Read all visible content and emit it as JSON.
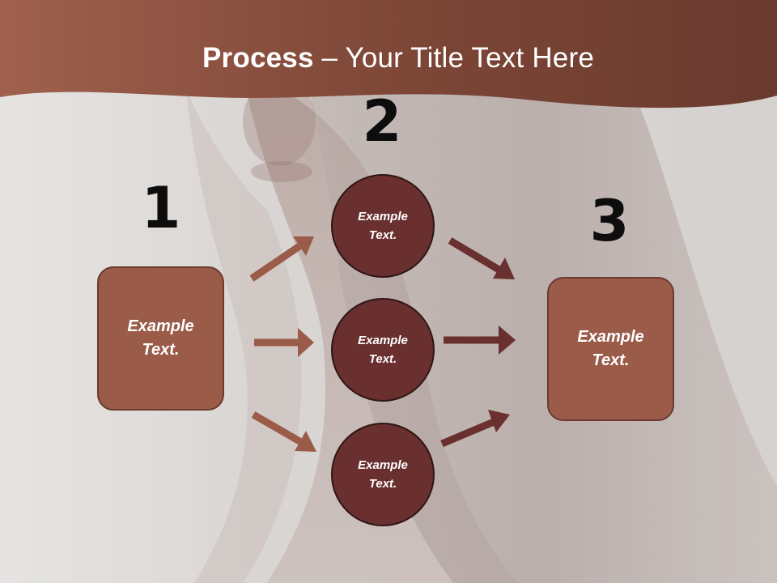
{
  "slide": {
    "title_bold": "Process",
    "title_rest": " – Your Title Text Here",
    "numbers": [
      "1",
      "2",
      "3"
    ],
    "box_left": {
      "line1": "Example",
      "line2": "Text."
    },
    "box_right": {
      "line1": "Example",
      "line2": "Text."
    },
    "circles": [
      {
        "line1": "Example",
        "line2": "Text."
      },
      {
        "line1": "Example",
        "line2": "Text."
      },
      {
        "line1": "Example",
        "line2": "Text."
      }
    ]
  },
  "colors": {
    "header": "#8a4f3f",
    "box_fill": "#9b5b49",
    "circle_fill": "#6a2f2f",
    "arrow_light": "#9b5b49",
    "arrow_dark": "#6a2f2f"
  }
}
